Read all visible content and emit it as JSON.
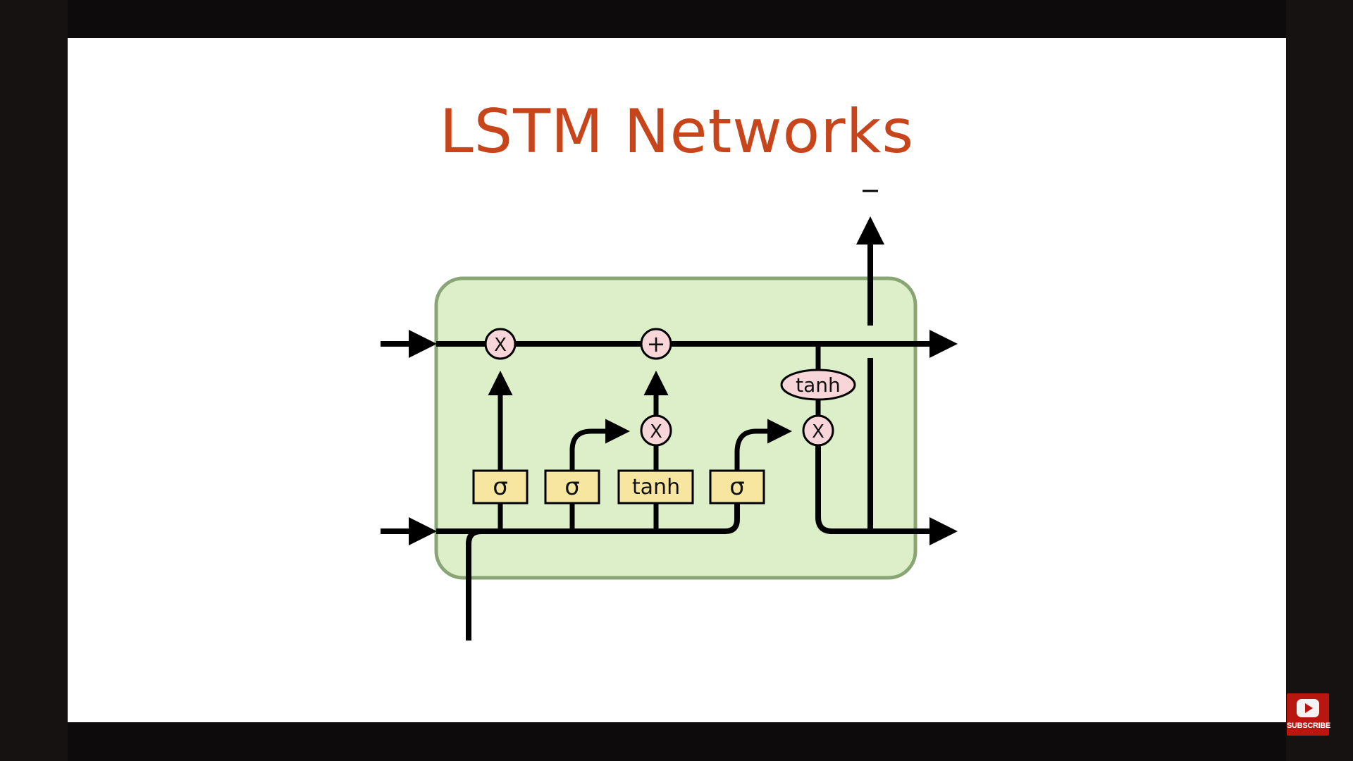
{
  "slide": {
    "title": "LSTM Networks"
  },
  "diagram": {
    "gates": {
      "forget": "σ",
      "input": "σ",
      "candidate": "tanh",
      "output": "σ"
    },
    "ops": {
      "forget_multiply": "X",
      "cell_add": "+",
      "input_multiply": "X",
      "output_multiply": "X"
    },
    "cell_tanh": "tanh"
  },
  "subscribe": {
    "label": "SUBSCRIBE"
  },
  "colors": {
    "title": "#c8441a",
    "cell_fill": "#dcefc8",
    "cell_border": "#8aa575",
    "gate_fill": "#f7e6a0",
    "op_fill": "#f8d5d9"
  }
}
